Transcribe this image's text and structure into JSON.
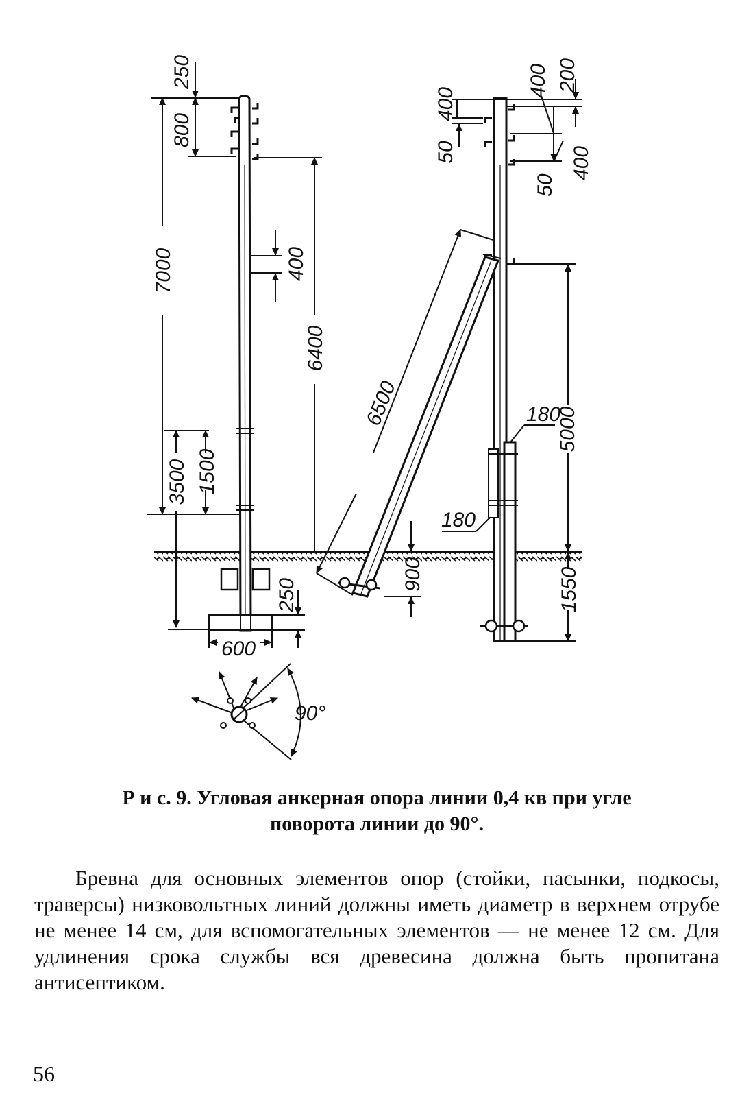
{
  "figure": {
    "dimensions": {
      "d250_top": "250",
      "d800": "800",
      "d7000": "7000",
      "d400_mid": "400",
      "d6400": "6400",
      "d3500": "3500",
      "d1500": "1500",
      "d250_base": "250",
      "d600": "600",
      "d90": "90°",
      "d400_top_right": "400",
      "d200": "200",
      "d400_small": "400",
      "d50_left": "50",
      "d50_right": "50",
      "d400_right": "400",
      "d6500": "6500",
      "d180_top": "180",
      "d5000": "5000",
      "d180_bottom": "180",
      "d900": "900",
      "d1550": "1550"
    }
  },
  "caption": {
    "line1": "Р и с.  9. Угловая анкерная опора линии 0,4 кв при угле",
    "line2": "поворота линии до 90°."
  },
  "body": {
    "paragraph": "Бревна для основных элементов опор (стойки, пасынки, подкосы, траверсы) низковольтных линий должны иметь диаметр в верхнем отрубе не менее 14 см, для вспомогательных элементов — не менее 12 см. Для удлинения срока службы вся древесина должна быть пропитана антисептиком."
  },
  "page_number": "56"
}
